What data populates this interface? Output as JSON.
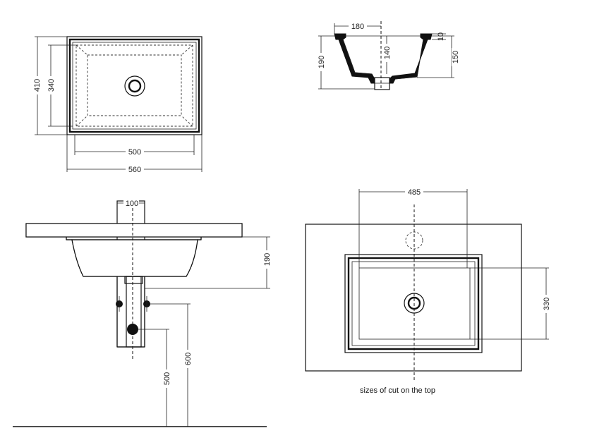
{
  "top_view": {
    "dim_width_outer": "560",
    "dim_width_inner": "500",
    "dim_depth_outer": "410",
    "dim_depth_inner": "340"
  },
  "section_view": {
    "dim_top_width": "180",
    "dim_total_height": "190",
    "dim_inner_height": "140",
    "dim_bowl_height": "150",
    "dim_rim": "10"
  },
  "side_view": {
    "dim_pipe_width": "100",
    "dim_basin_height": "190",
    "dim_floor_600": "600",
    "dim_floor_500": "500"
  },
  "cutout_view": {
    "dim_cut_width": "485",
    "dim_cut_depth": "330",
    "caption": "sizes of cut on the top"
  }
}
